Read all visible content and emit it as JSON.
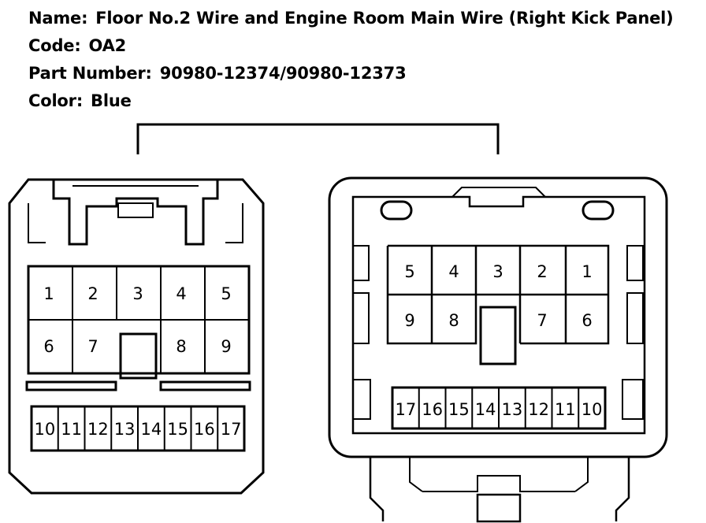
{
  "header": {
    "name_label": "Name:",
    "name_value": "Floor No.2 Wire and Engine Room Main Wire (Right Kick Panel)",
    "code_label": "Code:",
    "code_value": "OA2",
    "part_label": "Part Number:",
    "part_value": "90980-12374/90980-12373",
    "color_label": "Color:",
    "color_value": "Blue"
  },
  "left_connector": {
    "upper_pins": [
      "1",
      "2",
      "3",
      "4",
      "5",
      "6",
      "7",
      "8",
      "9"
    ],
    "lower_pins": [
      "10",
      "11",
      "12",
      "13",
      "14",
      "15",
      "16",
      "17"
    ]
  },
  "right_connector": {
    "upper_pins": [
      "5",
      "4",
      "3",
      "2",
      "1",
      "9",
      "8",
      "7",
      "6"
    ],
    "lower_pins": [
      "17",
      "16",
      "15",
      "14",
      "13",
      "12",
      "11",
      "10"
    ]
  },
  "colors": {
    "line": "#000000",
    "background": "#ffffff"
  }
}
